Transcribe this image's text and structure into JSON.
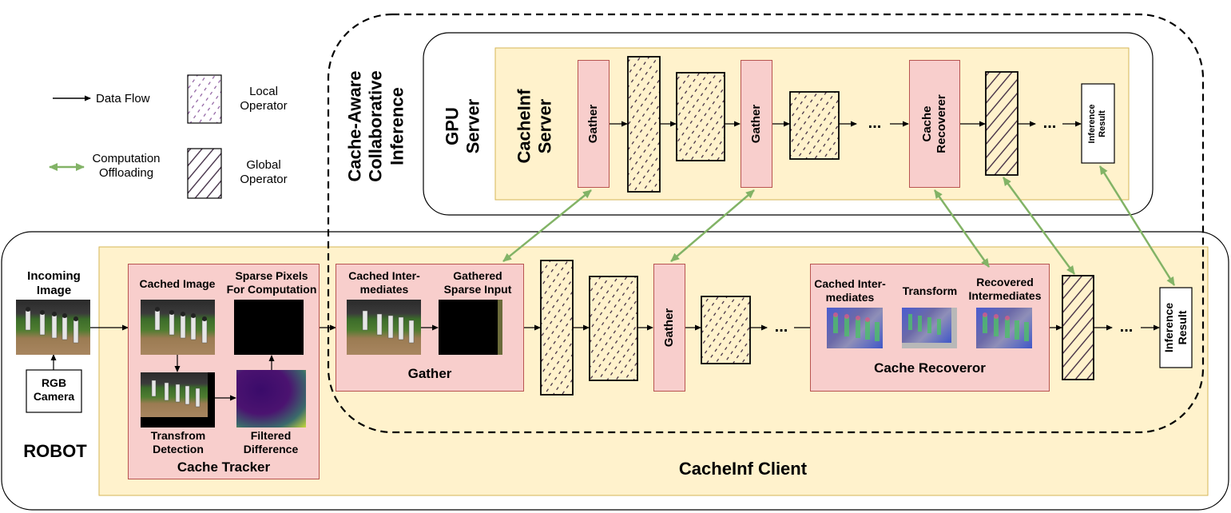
{
  "legend": {
    "data_flow": "Data Flow",
    "computation_offloading": "Computation\nOffloading",
    "local_operator": "Local\nOperator",
    "global_operator": "Global\nOperator"
  },
  "cache_aware": "Cache-Aware\nCollaborative\nInference",
  "gpu_server": {
    "title": "GPU\nServer",
    "cacheinf_server": "CacheInf\nServer",
    "gather1": "Gather",
    "gather2": "Gather",
    "ellipsis1": "...",
    "cache_recoverer": "Cache\nRecoverer",
    "ellipsis2": "...",
    "inference_result": "Inference\nResult"
  },
  "robot": {
    "title": "ROBOT",
    "client_title": "CacheInf Client",
    "incoming_image": "Incoming\nImage",
    "rgb_camera": "RGB\nCamera",
    "cache_tracker": {
      "title": "Cache Tracker",
      "cached_image": "Cached Image",
      "sparse_pixels": "Sparse Pixels\nFor Computation",
      "transform_detection": "Transfrom\nDetection",
      "filtered_difference": "Filtered\nDifference"
    },
    "gather_block": {
      "title": "Gather",
      "cached_intermediates": "Cached Inter-\nmediates",
      "gathered_sparse_input": "Gathered\nSparse Input"
    },
    "gather": "Gather",
    "ellipsis1": "...",
    "cache_recoveror": {
      "title": "Cache Recoveror",
      "cached_intermediates": "Cached Inter-\nmediates",
      "transform": "Transform",
      "recovered_intermediates": "Recovered\nIntermediates"
    },
    "ellipsis2": "...",
    "inference_result": "Inference\nResult"
  },
  "colors": {
    "flow_arrow": "#000000",
    "offload_arrow": "#82b366",
    "client_bg": "#fff2cc",
    "client_border": "#d6b656",
    "pink_bg": "#f8cecc",
    "pink_border": "#b85450",
    "operator_bg": "#fff2cc"
  }
}
